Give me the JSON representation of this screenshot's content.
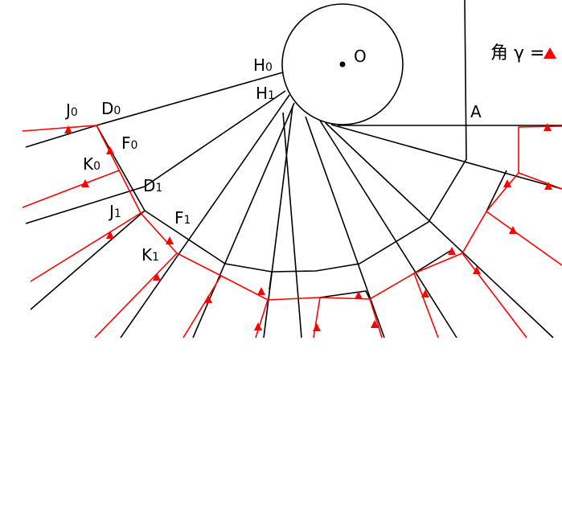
{
  "labels": {
    "O": "O",
    "H0": "H",
    "H0_sub": "0",
    "H1": "H",
    "H1_sub": "1",
    "J0": "J",
    "J0_sub": "0",
    "D0": "D",
    "D0_sub": "0",
    "F0": "F",
    "F0_sub": "0",
    "K0": "K",
    "K0_sub": "0",
    "D1": "D",
    "D1_sub": "1",
    "J1": "J",
    "J1_sub": "1",
    "F1": "F",
    "F1_sub": "1",
    "K1": "K",
    "K1_sub": "1",
    "A": "A"
  },
  "legend": {
    "text": "角 γ =",
    "marker": "red-triangle"
  },
  "colors": {
    "lines": "#000000",
    "rays": "#ff0000",
    "markers": "#ff0000"
  }
}
